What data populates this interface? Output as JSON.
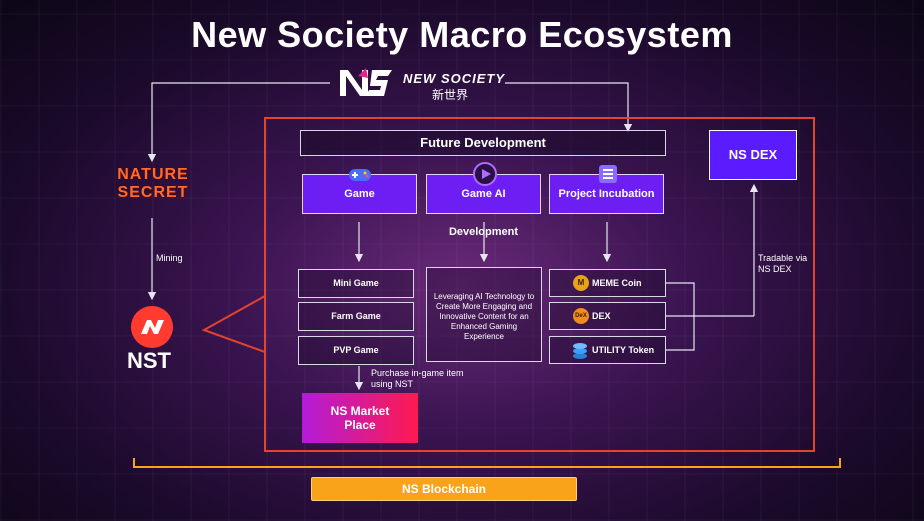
{
  "title": "New Society Macro Ecosystem",
  "brand": {
    "name": "NEW SOCIETY",
    "subtitle": "新世界"
  },
  "left": {
    "nature_secret": [
      "NATURE",
      "SECRET"
    ],
    "mining_label": "Mining",
    "nst_label": "NST"
  },
  "future_development": "Future Development",
  "ns_dex": "NS DEX",
  "tradable_label": "Tradable via NS DEX",
  "categories": [
    {
      "label": "Game",
      "icon": "gamepad-icon"
    },
    {
      "label": "Game AI Development",
      "icon": "ai-play-icon"
    },
    {
      "label": "Project Incubation",
      "icon": "incubation-icon"
    }
  ],
  "games": [
    "Mini Game",
    "Farm Game",
    "PVP Game"
  ],
  "ai_description": "Leveraging AI Technology to Create More Engaging and Innovative Content for an Enhanced Gaming Experience",
  "tokens": [
    {
      "label": "MEME Coin",
      "icon": "meme-coin-icon",
      "color": "#e8a317"
    },
    {
      "label": "DEX",
      "icon": "dex-icon",
      "color": "#f28c1b"
    },
    {
      "label": "UTILITY Token",
      "icon": "coin-stack-icon",
      "color": "#3da0ff"
    }
  ],
  "purchase_label": "Purchase in-game item using NST",
  "marketplace": [
    "NS Market",
    "Place"
  ],
  "blockchain": "NS Blockchain",
  "colors": {
    "accent_purple": "#6d1ff3",
    "frame_red": "#e2442c",
    "blockchain_orange": "#f9a31a",
    "dex_blue": "#5b1bff"
  }
}
